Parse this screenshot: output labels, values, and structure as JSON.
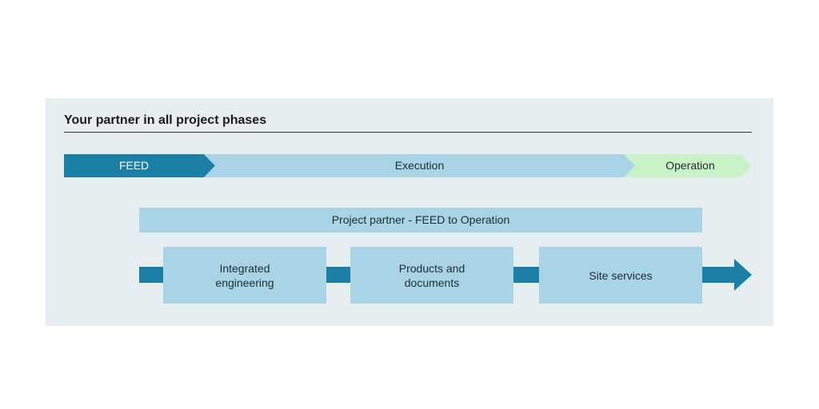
{
  "title": "Your partner in all project phases",
  "phases": [
    {
      "label": "FEED",
      "color": "#1b7fa6",
      "text_color": "#ffffff"
    },
    {
      "label": "Execution",
      "color": "#a8d4e6",
      "text_color": "#1f2d33"
    },
    {
      "label": "Operation",
      "color": "#c9f2c6",
      "text_color": "#1f2d33"
    }
  ],
  "partner_bar": {
    "label": "Project partner - FEED to Operation"
  },
  "steps": [
    {
      "line1": "Integrated",
      "line2": "engineering"
    },
    {
      "line1": "Products and",
      "line2": "documents"
    },
    {
      "line1": "Site services",
      "line2": ""
    }
  ],
  "colors": {
    "flow_arrow": "#1b7fa6",
    "box": "#a8d4e6",
    "panel": "#e6eef1"
  }
}
